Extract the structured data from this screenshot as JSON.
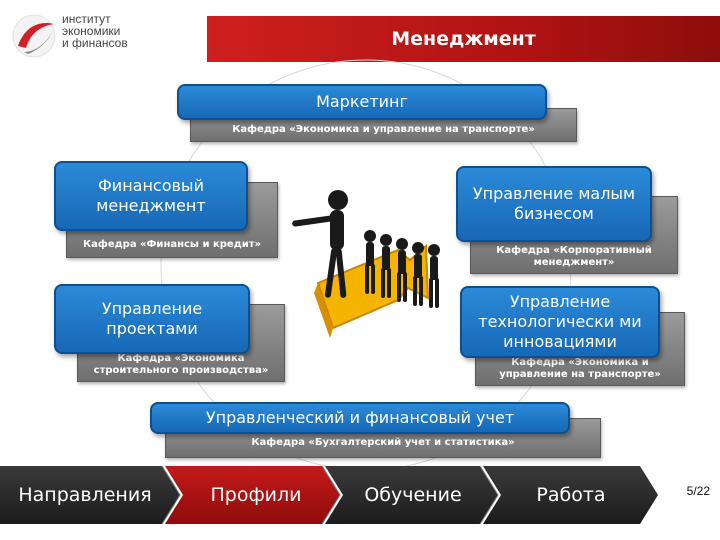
{
  "header": {
    "logo": {
      "line1": "институт",
      "line2": "экономики",
      "line3": "и финансов"
    },
    "title": "Менеджмент"
  },
  "profiles": {
    "marketing": {
      "label": "Маркетинг",
      "dept": "Кафедра «Экономика и управление на транспорте»"
    },
    "finance": {
      "label": "Финансовый менеджмент",
      "dept": "Кафедра «Финансы и кредит»"
    },
    "small_business": {
      "label": "Управление малым бизнесом",
      "dept": "Кафедра «Корпоративный менеджмент»"
    },
    "projects": {
      "label": "Управление проектами",
      "dept": "Кафедра «Экономика строительного производства»"
    },
    "innovation": {
      "label": "Управление технологически ми инновациями",
      "dept": "Кафедра «Экономика и управление на транспорте»"
    },
    "accounting": {
      "label": "Управленческий и финансовый учет",
      "dept": "Кафедра «Бухгалтерский учет и статистика»"
    }
  },
  "nav": {
    "items": [
      {
        "label": "Направления",
        "active": false
      },
      {
        "label": "Профили",
        "active": true
      },
      {
        "label": "Обучение",
        "active": false
      },
      {
        "label": "Работа",
        "active": false
      }
    ]
  },
  "page": {
    "number": "5/22"
  },
  "colors": {
    "brand_red": "#b11313",
    "blue": "#1768b6",
    "gray": "#7a7a7a",
    "nav_dark": "#2b2b2b"
  },
  "icons": {
    "logo": "swoosh-logo-icon",
    "illustration": "leader-figures-arrow-icon"
  }
}
